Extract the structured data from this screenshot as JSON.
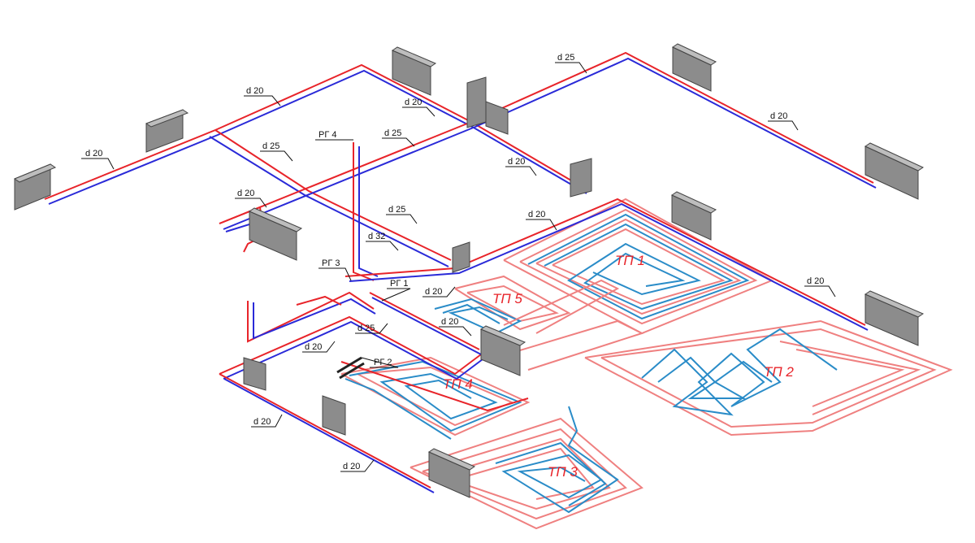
{
  "colors": {
    "supply": "#e8242a",
    "return": "#2a2ad8",
    "floor_supply": "#ef8080",
    "floor_return": "#2a8cc8",
    "radiator": "#8c8c8c",
    "label": "#111111",
    "zone_label": "#e8242a"
  },
  "pipe_labels": {
    "d20_a": "d 20",
    "d20_b": "d 20",
    "d20_c": "d 20",
    "d20_d": "d 20",
    "d20_e": "d 20",
    "d20_f": "d 20",
    "d20_g": "d 20",
    "d20_h": "d 20",
    "d20_i": "d 20",
    "d20_j": "d 20",
    "d20_k": "d 20",
    "d20_l": "d 20",
    "d20_m": "d 20",
    "d25_a": "d 25",
    "d25_b": "d 25",
    "d25_c": "d 25",
    "d25_d": "d 25",
    "d25_e": "d 25",
    "d32": "d 32"
  },
  "manifold_labels": {
    "rg1": "РГ 1",
    "rg2": "РГ 2",
    "rg3": "РГ 3",
    "rg4": "РГ 4"
  },
  "zone_labels": {
    "tp1": "ТП 1",
    "tp2": "ТП 2",
    "tp3": "ТП 3",
    "tp4": "ТП 4",
    "tp5": "ТП 5"
  }
}
